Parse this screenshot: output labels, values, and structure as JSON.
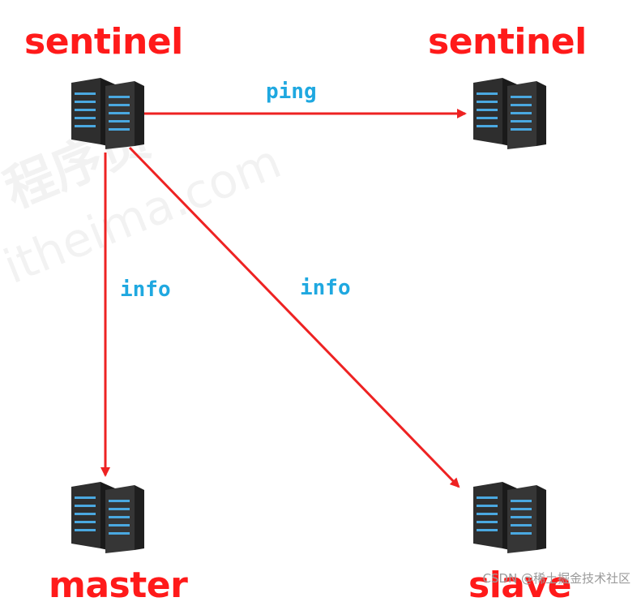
{
  "nodes": {
    "sentinel_1": "sentinel",
    "sentinel_2": "sentinel",
    "master": "master",
    "slave": "slave"
  },
  "edges": {
    "ping": "ping",
    "info_master": "info",
    "info_slave": "info"
  },
  "watermark": {
    "cn": "程序员",
    "en": "itheima.com"
  },
  "credit": "CSDN @稀土掘金技术社区",
  "colors": {
    "label": "#ff1a1a",
    "edge": "#ee2222",
    "edge_label": "#1fa8e0"
  },
  "icons": {
    "server": "server-rack-icon"
  }
}
